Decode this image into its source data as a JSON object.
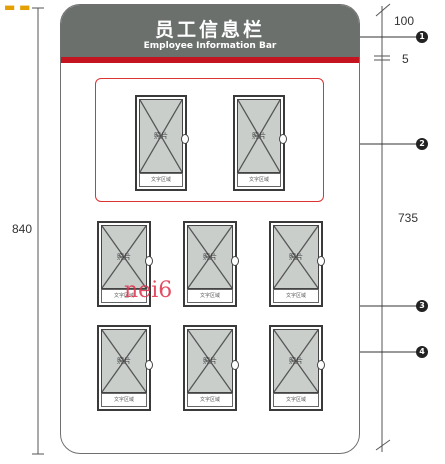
{
  "header": {
    "title_zh": "员工信息栏",
    "title_en": "Employee Information Bar"
  },
  "photo_label": "照片",
  "name_label": "文字区域",
  "watermark": "nei6",
  "dimensions": {
    "total_height": "840",
    "header_height": "100",
    "stripe_height": "5",
    "body_height": "735"
  },
  "callouts": [
    "1",
    "2",
    "3",
    "4"
  ],
  "colors": {
    "header_bg": "#6b706d",
    "accent_red": "#c3141f",
    "frame_border": "#3a3a3a",
    "photo_fill": "#c9cecb"
  }
}
